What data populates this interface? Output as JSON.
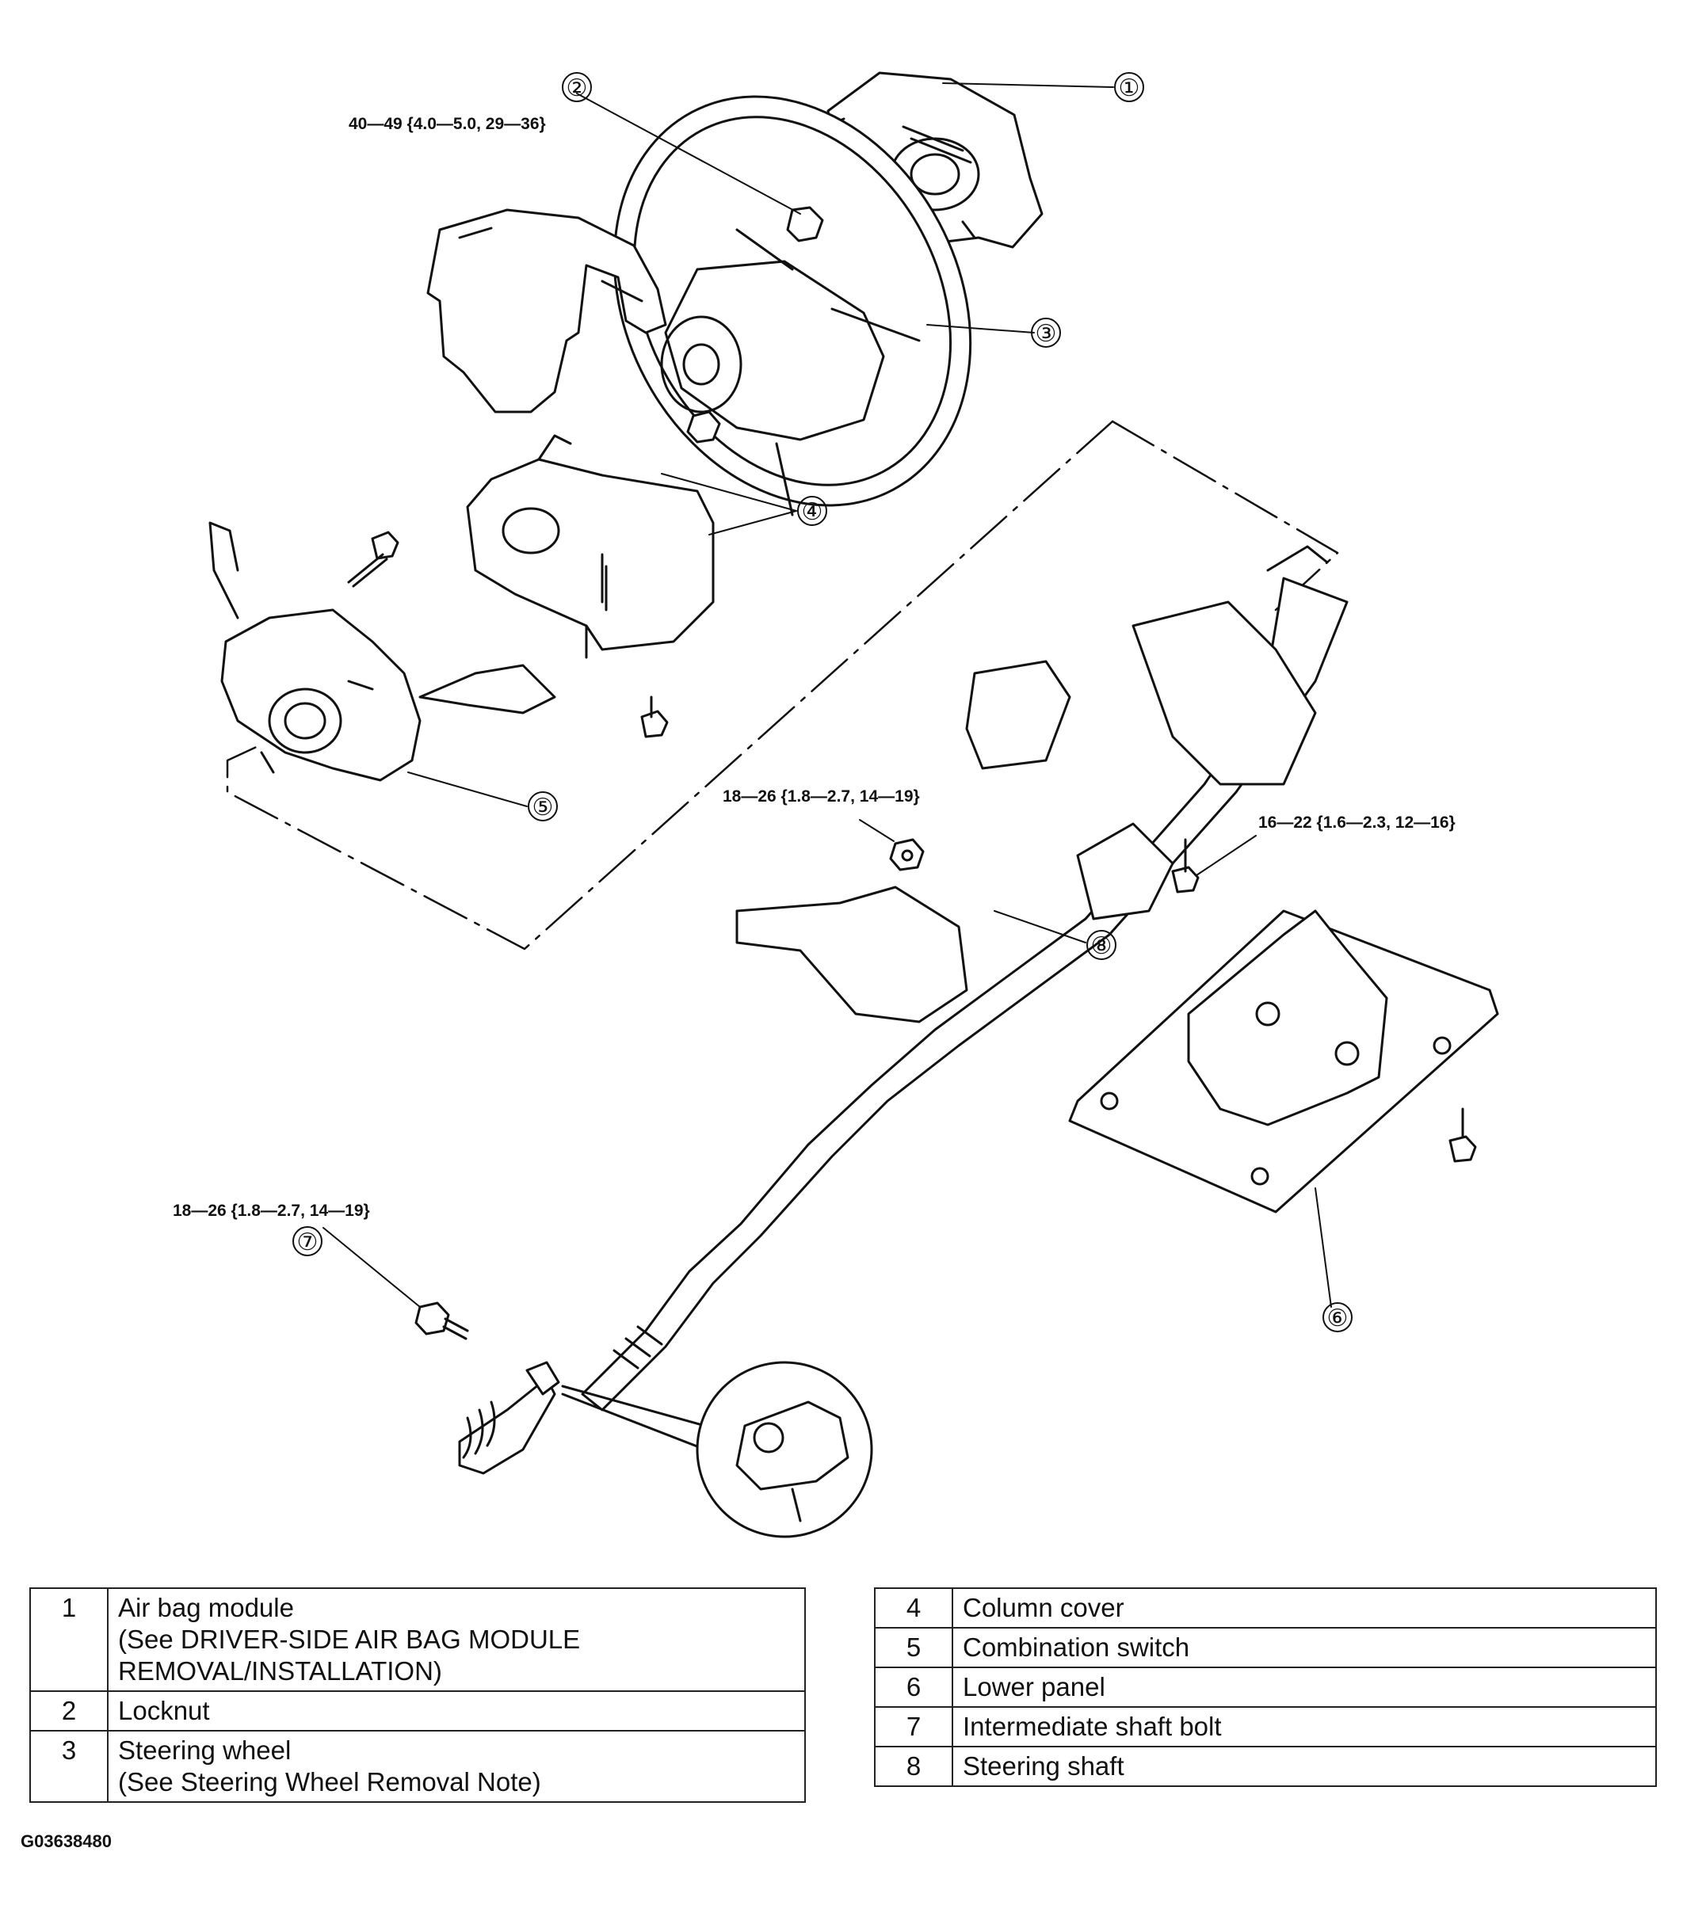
{
  "figure_code": "G03638480",
  "callouts": [
    "①",
    "②",
    "③",
    "④",
    "⑤",
    "⑥",
    "⑦",
    "⑧"
  ],
  "torque_specs": {
    "locknut": "40—49 {4.0—5.0, 29—36}",
    "shaft_nut": "18—26 {1.8—2.7, 14—19}",
    "panel_bolt": "16—22 {1.6—2.3, 12—16}",
    "intermediate_bolt": "18—26 {1.8—2.7, 14—19}"
  },
  "parts_left": [
    {
      "num": "1",
      "name": "Air bag module",
      "note": "(See DRIVER-SIDE AIR BAG MODULE REMOVAL/INSTALLATION)"
    },
    {
      "num": "2",
      "name": "Locknut",
      "note": ""
    },
    {
      "num": "3",
      "name": "Steering wheel",
      "note": "(See Steering Wheel Removal Note)"
    }
  ],
  "parts_right": [
    {
      "num": "4",
      "name": "Column cover"
    },
    {
      "num": "5",
      "name": "Combination switch"
    },
    {
      "num": "6",
      "name": "Lower panel"
    },
    {
      "num": "7",
      "name": "Intermediate shaft bolt"
    },
    {
      "num": "8",
      "name": "Steering shaft"
    }
  ]
}
